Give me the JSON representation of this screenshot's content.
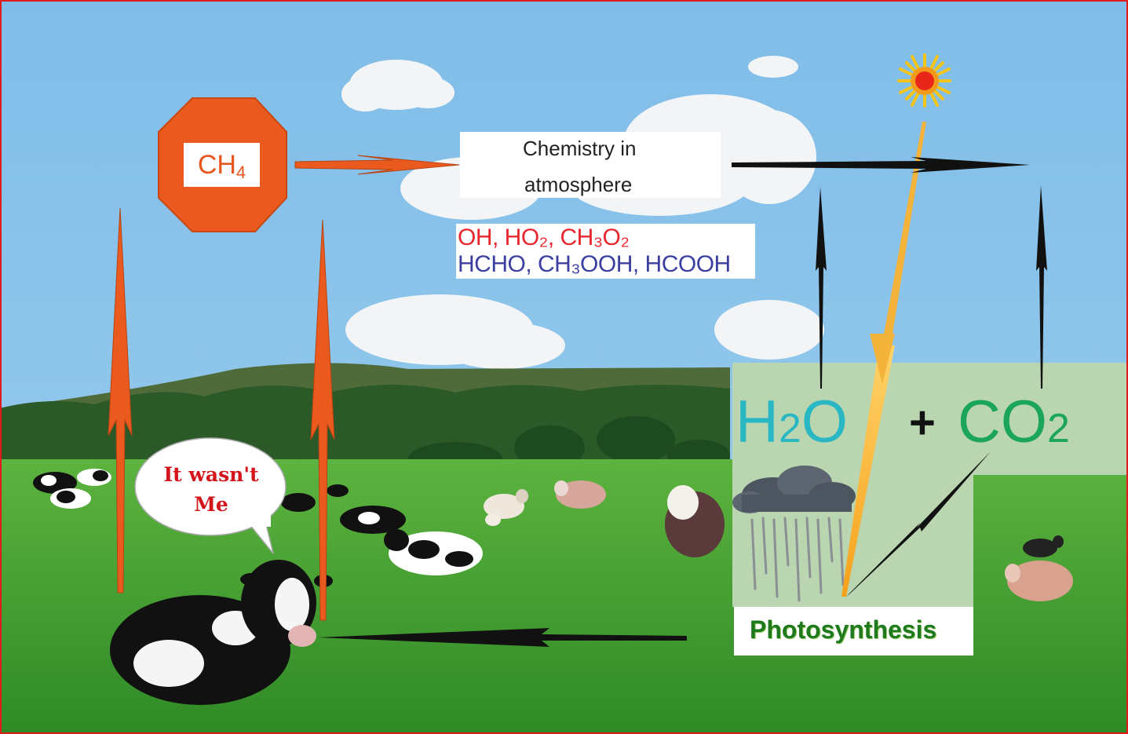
{
  "diagram": {
    "molecule": {
      "formula_main": "CH",
      "formula_sub": "4"
    },
    "chemistry_box": {
      "line1": "Chemistry in",
      "line2": "atmosphere"
    },
    "species": {
      "radicals": "OH, HO₂, CH₃O₂",
      "products": "HCHO, CH₃OOH, HCOOH"
    },
    "water": {
      "main": "H",
      "sub": "2",
      "end": "O"
    },
    "plus": "+",
    "carbon_dioxide": {
      "main": "CO",
      "sub": "2"
    },
    "process_label": "Photosynthesis",
    "speech_bubble": {
      "line1": "It wasn't",
      "line2": "Me"
    }
  },
  "colors": {
    "sky": "#86c1e8",
    "grass": "#3f9a2e",
    "methane_orange": "#ea5a1e",
    "flow_arrow": "#111111",
    "panel_green": "#b9d6b0",
    "radical_red": "#e8262e",
    "product_blue": "#3b3fa0"
  }
}
